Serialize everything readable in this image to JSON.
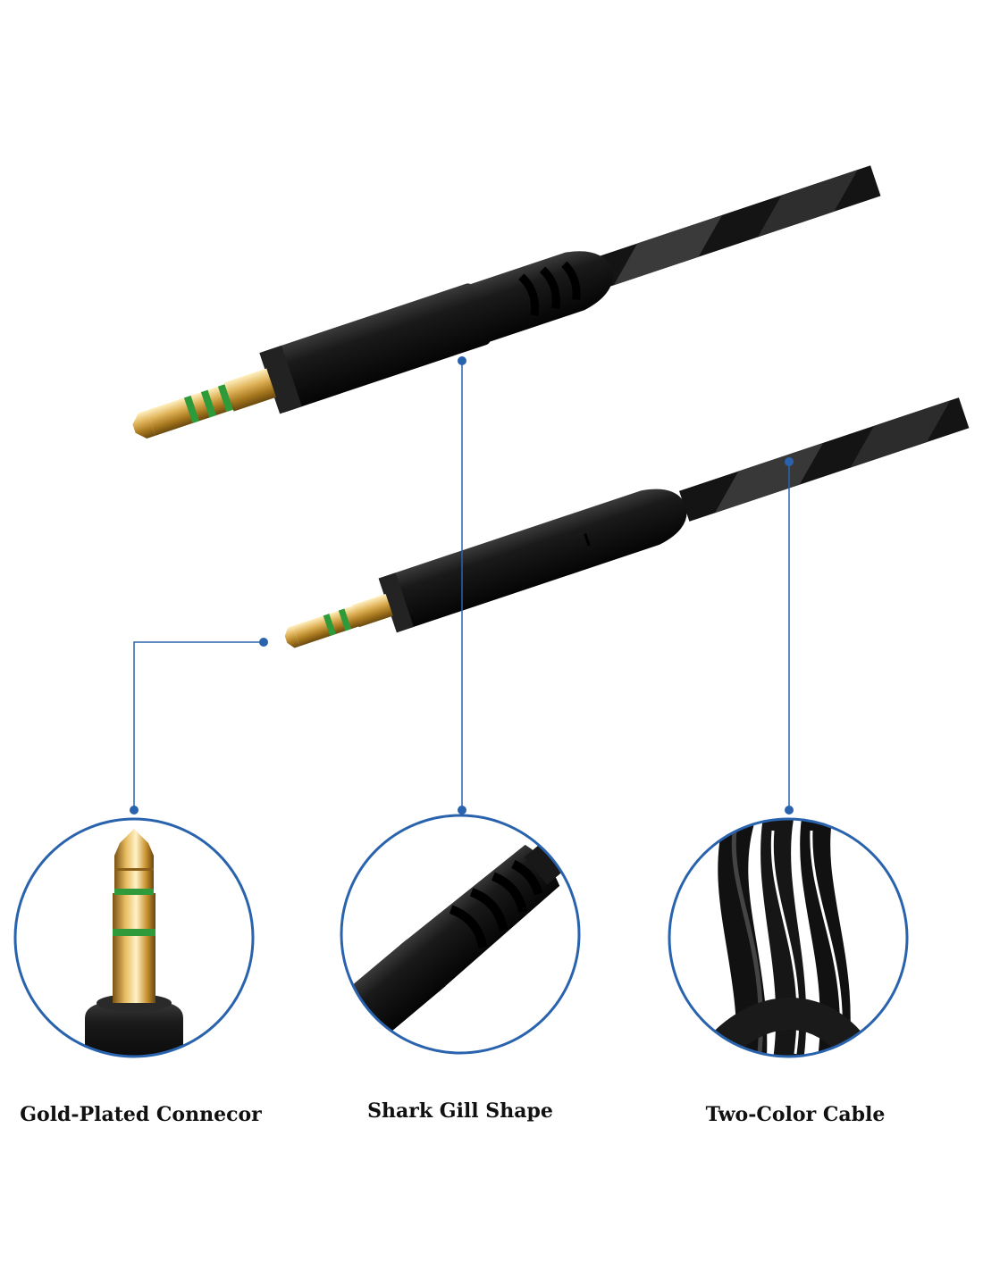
{
  "captions": {
    "gold_plated": "Gold-Plated Connecor",
    "shark_gill": "Shark Gill Shape",
    "two_color": "Two-Color Cable"
  },
  "colors": {
    "accent_line": "#2a63ad",
    "gold": "#d4a64a",
    "ring_green": "#2e9a3a",
    "cable_black": "#141414"
  }
}
